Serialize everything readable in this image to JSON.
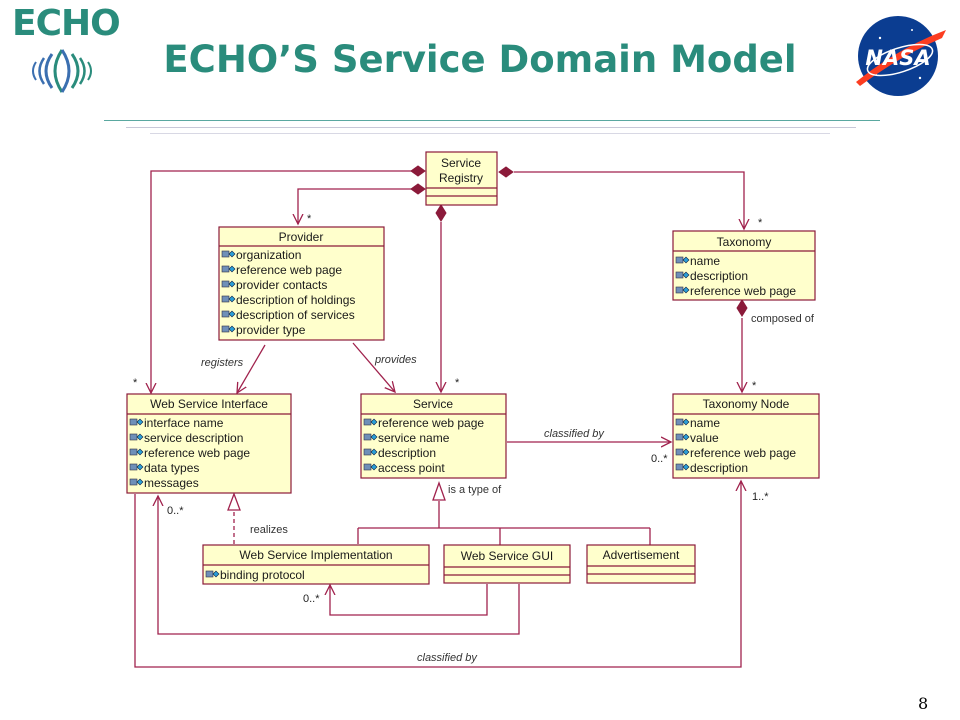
{
  "header": {
    "title": "ECHO’S Service Domain Model",
    "logo_text": "ECHO",
    "nasa_logo_text": "NASA",
    "slide_number": "8"
  },
  "colors": {
    "title": "#2a8c7c",
    "box_fill": "#ffffcc",
    "box_border": "#8b1a3a",
    "line": "#a0224d",
    "rule_teal": "#5aa8a0",
    "rule_gray": "#c8c8d8"
  },
  "diagram": {
    "classes": {
      "service_registry": {
        "title_lines": [
          "Service",
          "Registry"
        ],
        "attributes": []
      },
      "provider": {
        "title": "Provider",
        "attributes": [
          "organization",
          "reference web page",
          "provider contacts",
          "description of holdings",
          "description of services",
          "provider type"
        ]
      },
      "taxonomy": {
        "title": "Taxonomy",
        "attributes": [
          "name",
          "description",
          "reference web page"
        ]
      },
      "web_service_interface": {
        "title": "Web Service Interface",
        "attributes": [
          "interface name",
          "service description",
          "reference web page",
          "data types",
          "messages"
        ]
      },
      "service": {
        "title": "Service",
        "attributes": [
          "reference web page",
          "service name",
          "description",
          "access point"
        ]
      },
      "taxonomy_node": {
        "title": "Taxonomy Node",
        "attributes": [
          "name",
          "value",
          "reference web page",
          "description"
        ]
      },
      "web_service_implementation": {
        "title": "Web Service Implementation",
        "attributes": [
          "binding protocol"
        ]
      },
      "web_service_gui": {
        "title": "Web Service GUI",
        "attributes": []
      },
      "advertisement": {
        "title": "Advertisement",
        "attributes": []
      }
    },
    "labels": {
      "registers": "registers",
      "provides": "provides",
      "classified_by_top": "classified by",
      "composed_of": "composed of",
      "is_a_type_of": "is a type of",
      "realizes": "realizes",
      "classified_by_bottom": "classified by"
    },
    "multiplicities": {
      "provider_star": "*",
      "taxonomy_star": "*",
      "wsi_star": "*",
      "service_star": "*",
      "taxnode_star": "*",
      "taxnode_0n": "0..*",
      "wsi_0n": "0..*",
      "wsimpl_0n": "0..*",
      "taxnode_1n": "1..*"
    }
  }
}
